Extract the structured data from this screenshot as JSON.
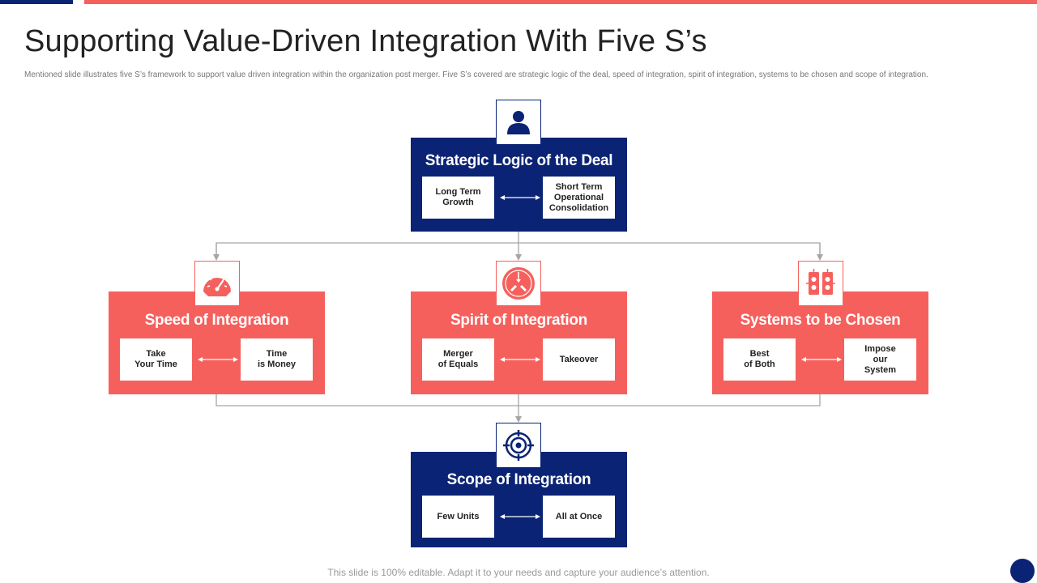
{
  "slide": {
    "title": "Supporting Value-Driven Integration With Five S’s",
    "subtitle": "Mentioned slide illustrates five S’s framework to support value driven integration within the organization post merger. Five S’s covered are strategic logic of the deal, speed of integration, spirit of integration, systems to be chosen and scope of integration.",
    "footer": "This slide is 100% editable. Adapt it to your needs and capture your audience’s attention."
  },
  "colors": {
    "navy": "#0a2374",
    "coral": "#f5605d",
    "connector": "#a6a6a6"
  },
  "boxes": {
    "strategic": {
      "title": "Strategic Logic of the Deal",
      "left": "Long Term\nGrowth",
      "right": "Short Term\nOperational\nConsolidation",
      "icon": "person-icon"
    },
    "speed": {
      "title": "Speed of Integration",
      "left": "Take\nYour Time",
      "right": "Time\nis Money",
      "icon": "speedometer-icon"
    },
    "spirit": {
      "title": "Spirit of Integration",
      "left": "Merger\nof Equals",
      "right": "Takeover",
      "icon": "merge-hands-icon"
    },
    "systems": {
      "title": "Systems to be Chosen",
      "left": "Best\nof Both",
      "right": "Impose\nour\nSystem",
      "icon": "server-icon"
    },
    "scope": {
      "title": "Scope of Integration",
      "left": "Few Units",
      "right": "All at Once",
      "icon": "target-icon"
    }
  }
}
